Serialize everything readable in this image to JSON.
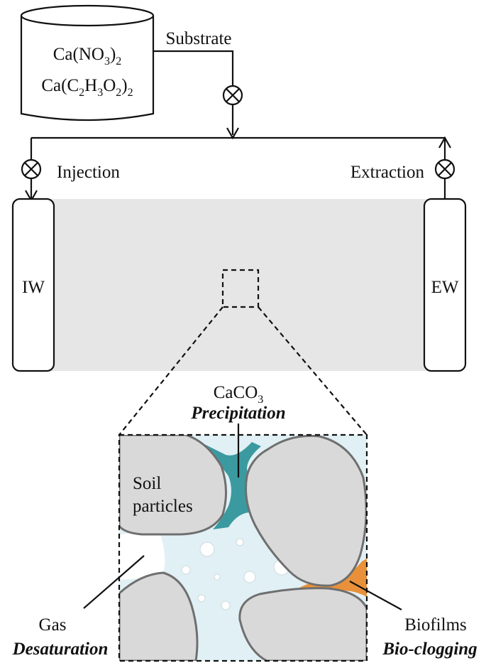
{
  "tank": {
    "line1": {
      "base": "Ca(NO",
      "sub1": "3",
      "close": ")",
      "sub2": "2"
    },
    "line2": {
      "a": "Ca(C",
      "s1": "2",
      "b": "H",
      "s2": "3",
      "c": "O",
      "s3": "2",
      "d": ")",
      "s4": "2"
    }
  },
  "labels": {
    "substrate": "Substrate",
    "injection": "Injection",
    "extraction": "Extraction",
    "iw": "IW",
    "ew": "EW",
    "caco3_base": "CaCO",
    "caco3_sub": "3",
    "precipitation": "Precipitation",
    "soil_line1": "Soil",
    "soil_line2": "particles",
    "gas": "Gas",
    "desaturation": "Desaturation",
    "biofilms": "Biofilms",
    "bio_clogging": "Bio-clogging"
  },
  "colors": {
    "aquifer": "#e6e6e6",
    "pore_water": "#e1f0f4",
    "caco3": "#3a9aa0",
    "biofilm": "#e8913a",
    "soil": "#d9d9d9",
    "soil_outline": "#6f6f6f",
    "line": "#111111"
  },
  "icons": {
    "valve": "valve-icon (circled cross)",
    "arrow": "arrowhead"
  }
}
